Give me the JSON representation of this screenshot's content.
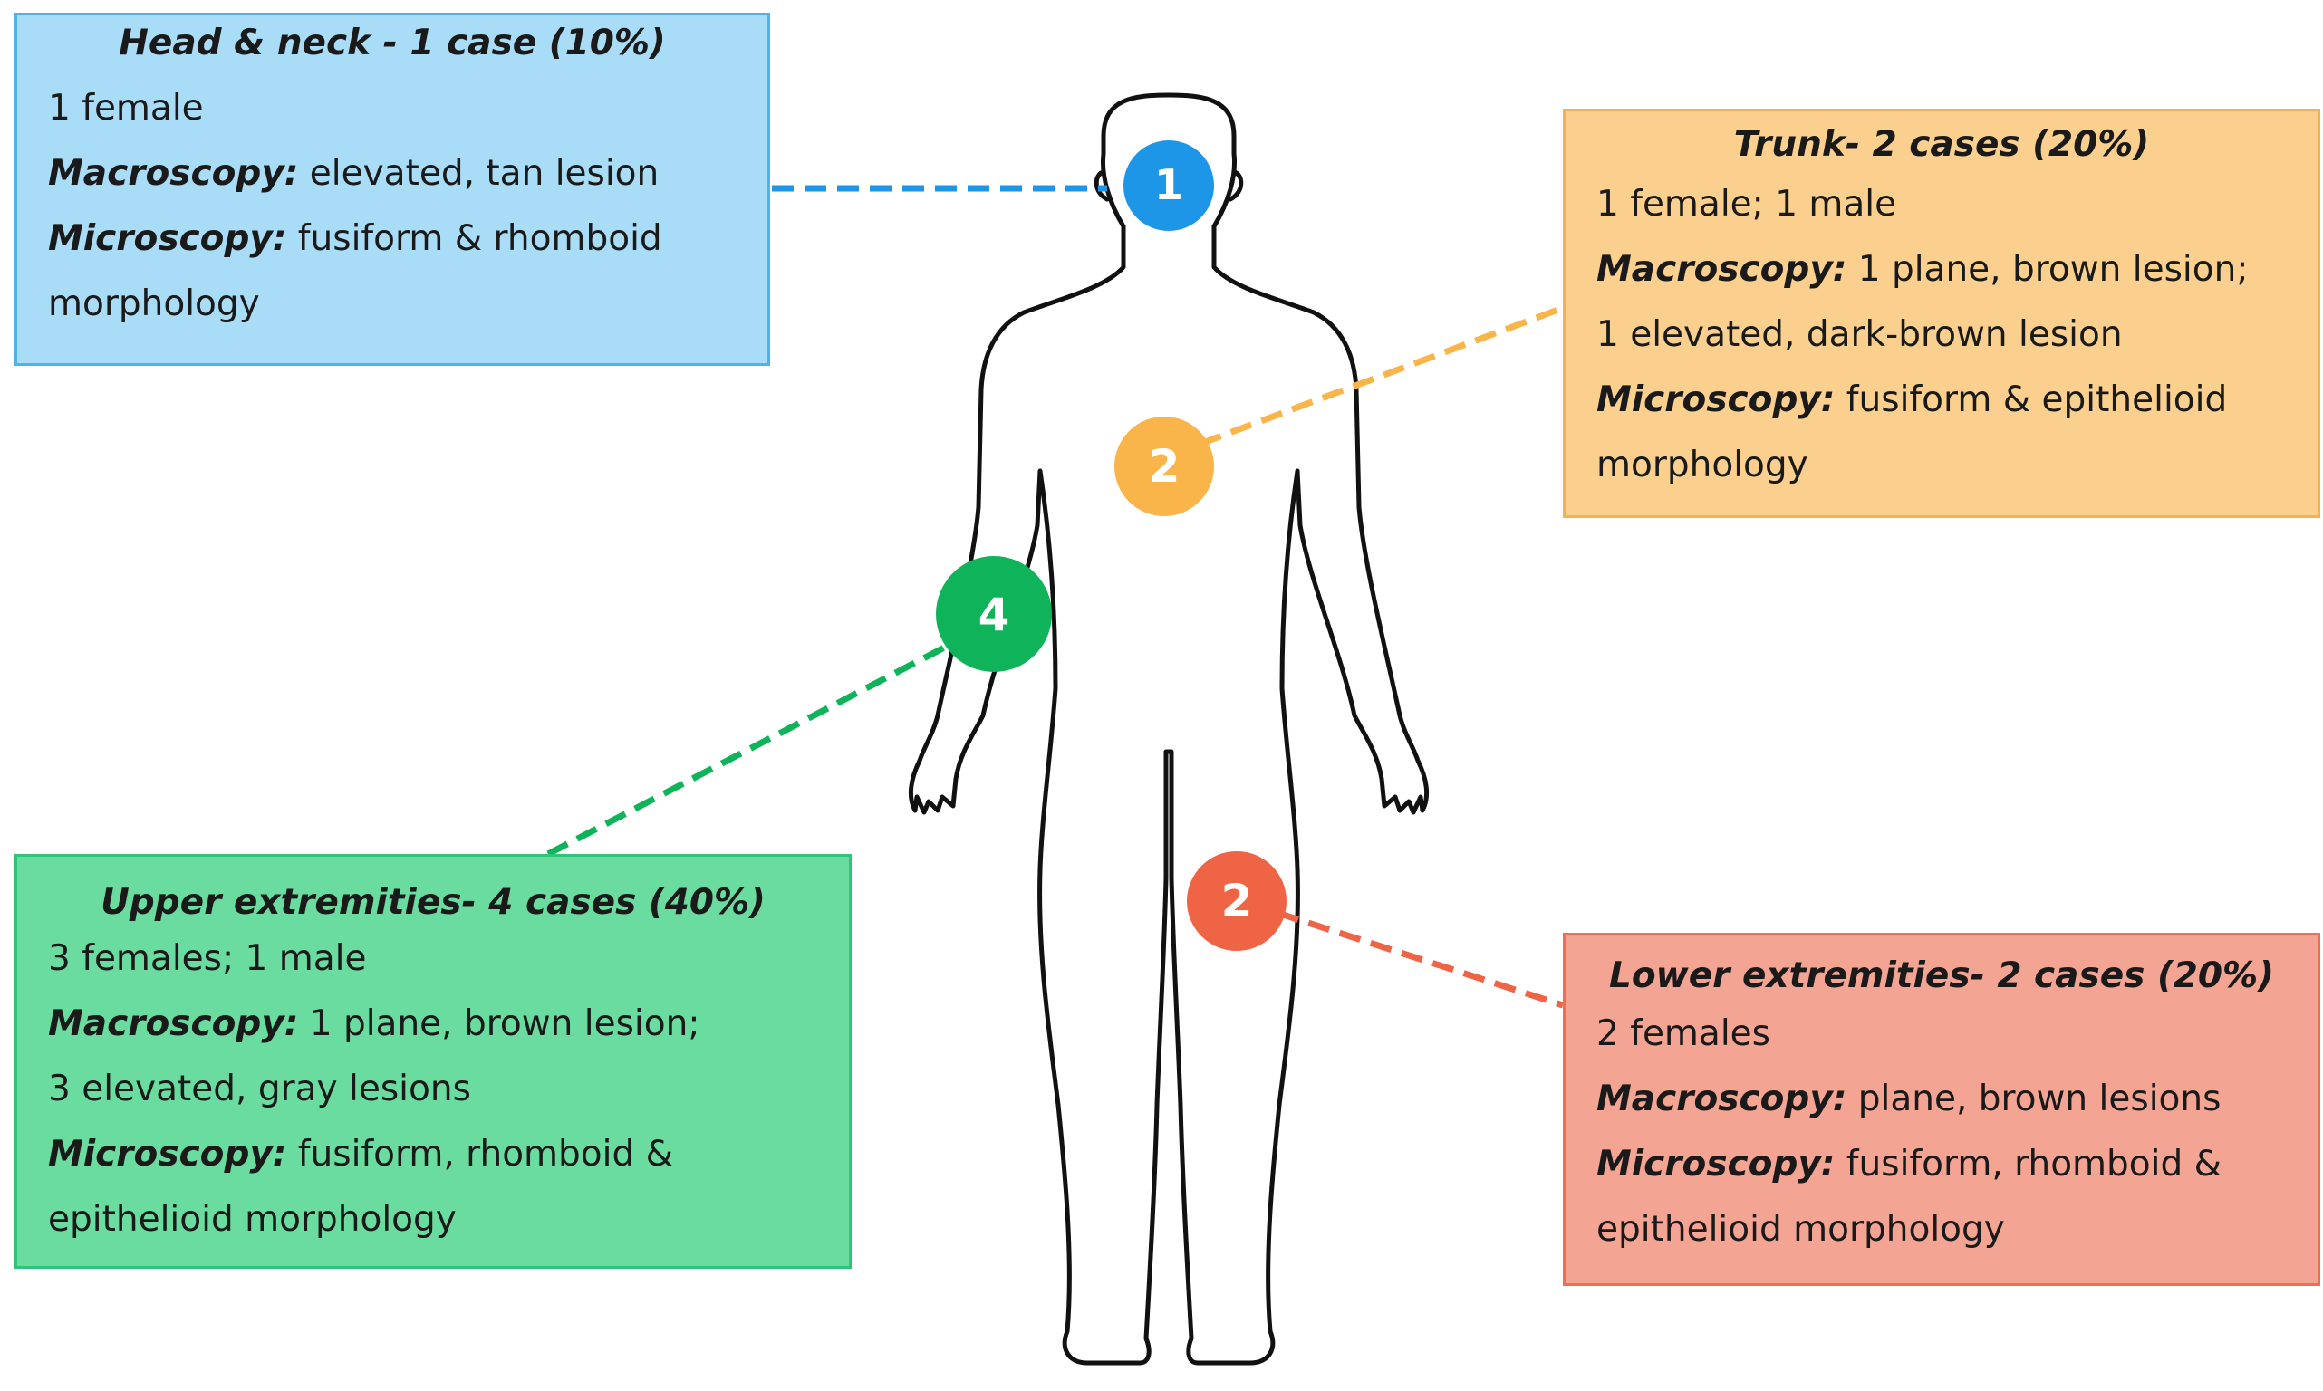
{
  "colors": {
    "head": "#1e96e8",
    "trunk": "#f9b54a",
    "upper": "#0fb45a",
    "lower": "#f06446",
    "outline": "#111111"
  },
  "markers": {
    "head": "1",
    "trunk": "2",
    "upper": "4",
    "lower": "2"
  },
  "boxes": {
    "head": {
      "title": "Head & neck - 1 case (10%)",
      "sex": "1 female",
      "macro_label": "Macroscopy:",
      "macro": "elevated, tan lesion",
      "micro_label": "Microscopy:",
      "micro": "fusiform & rhomboid",
      "micro_cont": "morphology"
    },
    "trunk": {
      "title": "Trunk- 2 cases (20%)",
      "sex": "1 female; 1 male",
      "macro_label": "Macroscopy:",
      "macro": "1 plane, brown lesion;",
      "macro_cont": "1 elevated, dark-brown lesion",
      "micro_label": "Microscopy:",
      "micro": "fusiform &  epithelioid",
      "micro_cont": "morphology"
    },
    "upper": {
      "title": "Upper extremities- 4 cases (40%)",
      "sex": "3 females; 1 male",
      "macro_label": "Macroscopy:",
      "macro": "1 plane, brown lesion;",
      "macro_cont": "3 elevated, gray lesions",
      "micro_label": "Microscopy:",
      "micro": "fusiform, rhomboid &",
      "micro_cont": "epithelioid morphology"
    },
    "lower": {
      "title": "Lower extremities- 2 cases (20%)",
      "sex": "2 females",
      "macro_label": "Macroscopy:",
      "macro": "plane, brown lesions",
      "micro_label": "Microscopy:",
      "micro": "fusiform, rhomboid &",
      "micro_cont": "epithelioid morphology"
    }
  }
}
